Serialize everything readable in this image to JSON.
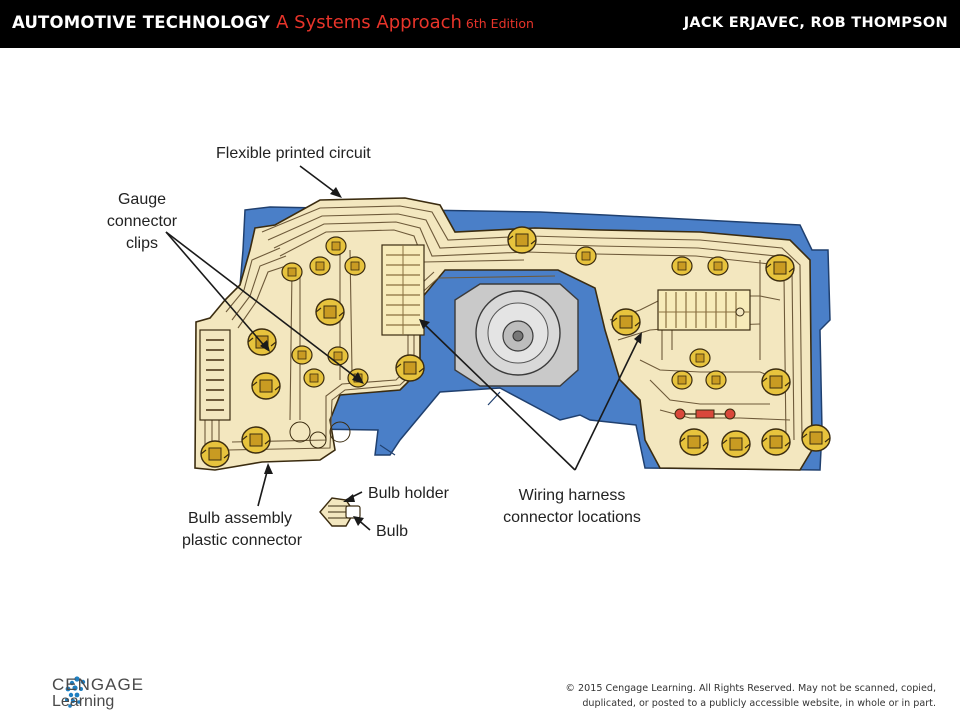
{
  "header": {
    "book_title": "AUTOMOTIVE TECHNOLOGY",
    "subtitle": "A Systems Approach",
    "edition": "6th Edition",
    "authors": "JACK ERJAVEC, ROB THOMPSON"
  },
  "diagram": {
    "labels": {
      "flexible_printed_circuit": "Flexible printed circuit",
      "gauge_connector_clips": [
        "Gauge",
        "connector",
        "clips"
      ],
      "bulb_holder": "Bulb holder",
      "bulb": "Bulb",
      "bulb_assembly_plastic_connector": [
        "Bulb assembly",
        "plastic connector"
      ],
      "wiring_harness_connector_locations": [
        "Wiring harness",
        "connector locations"
      ]
    },
    "colors": {
      "panel_blue": "#4a7fc8",
      "circuit_cream": "#f3e7bf",
      "trace": "#6e5a3a",
      "bulb_socket_yellow": "#e7c33d",
      "gauge_gray": "#c9c9c9"
    }
  },
  "footer": {
    "logo_line1": "CENGAGE",
    "logo_line2": "Learning",
    "copyright_line1": "© 2015 Cengage Learning. All Rights Reserved. May not be scanned, copied,",
    "copyright_line2": "duplicated, or posted to a publicly accessible website, in whole or in part."
  }
}
